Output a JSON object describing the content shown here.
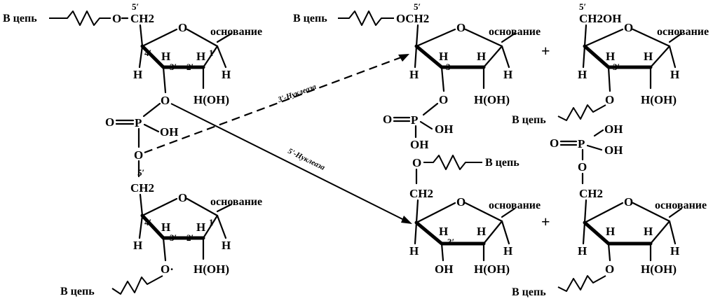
{
  "labels": {
    "chain": "В цепь",
    "base": "основание",
    "nuclease3": "3'-Нуклеаза",
    "nuclease5": "5'-Нуклеаза",
    "plus": "+"
  },
  "atoms": {
    "O": "O",
    "P": "P",
    "H": "H",
    "OH": "OH",
    "HOH": "H(OH)",
    "CH2": "CH2",
    "CH2OH": "CH2OH",
    "OCH2": "OCH2",
    "Ominus": "O·"
  },
  "numbering": {
    "p5": "5′",
    "p4": "4′",
    "p3": "3′",
    "p2": "2′",
    "p1": "1′",
    "p3b": "3·"
  }
}
